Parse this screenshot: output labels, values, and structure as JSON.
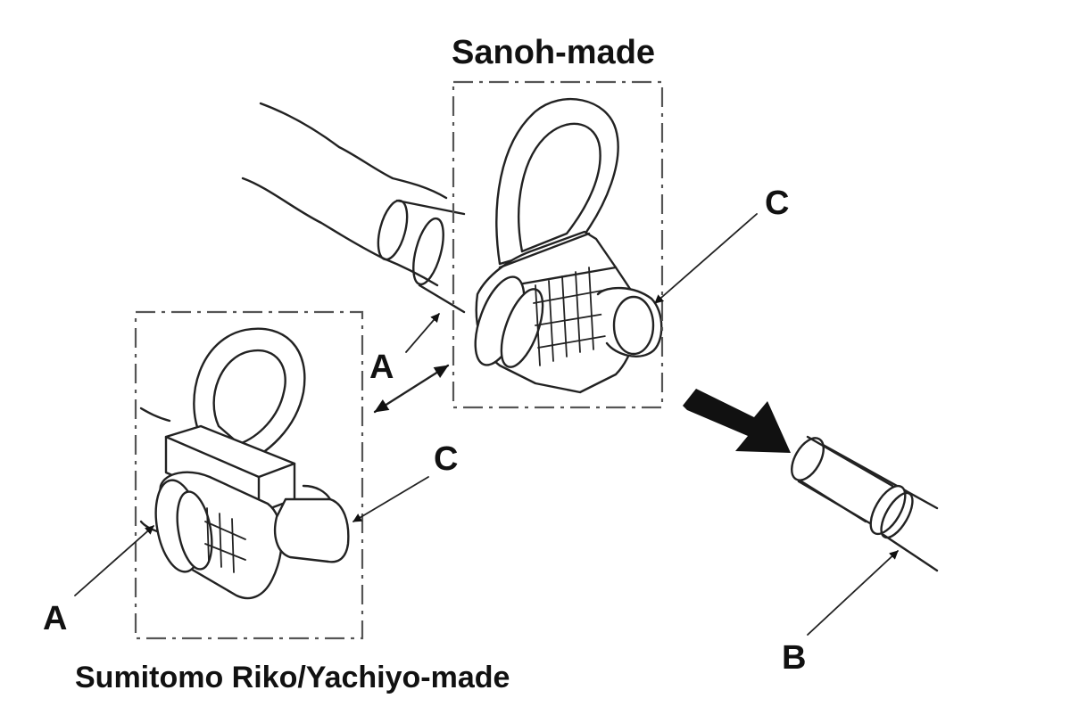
{
  "labels": {
    "sanoh": "Sanoh-made",
    "sumitomo": "Sumitomo Riko/Yachiyo-made",
    "a_upper": "A",
    "a_lower": "A",
    "c_upper": "C",
    "c_lower": "C",
    "b": "B"
  }
}
